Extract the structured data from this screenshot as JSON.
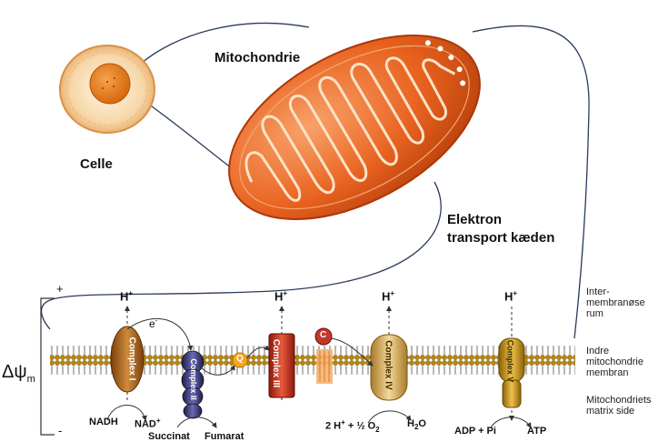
{
  "top": {
    "cell_label": "Celle",
    "mito_label": "Mitochondrie",
    "etc_label_line1": "Elektron",
    "etc_label_line2": "transport kæden"
  },
  "membrane": {
    "side_labels": {
      "intermembrane_line1": "Inter-",
      "intermembrane_line2": "membranøse",
      "intermembrane_line3": "rum",
      "inner_line1": "Indre",
      "inner_line2": "mitochondrie",
      "inner_line3": "membran",
      "matrix_line1": "Mitochondriets",
      "matrix_line2": "matrix side"
    },
    "potential": {
      "symbol": "Δψ",
      "subscript": "m",
      "plus": "+",
      "minus": "-"
    },
    "electron": "e",
    "electron_sup": "-",
    "complexes": [
      {
        "name": "complex-1",
        "label": "Complex I",
        "color": "#b5651d"
      },
      {
        "name": "complex-2",
        "label": "Complex II",
        "color": "#3b3b7a"
      },
      {
        "name": "complex-3",
        "label": "Complex III",
        "color": "#c0392b"
      },
      {
        "name": "complex-4",
        "label": "Complex IV",
        "color": "#d9a94a"
      },
      {
        "name": "complex-5",
        "label": "Complex V",
        "color": "#c8960c"
      }
    ],
    "q_label": "Q",
    "c_label": "C",
    "proton": "H",
    "proton_sup": "+",
    "substrates": {
      "nadh": "NADH",
      "nad": "NAD",
      "nad_sup": "+",
      "succinat": "Succinat",
      "fumarat": "Fumarat",
      "h2o_reactant": "2 H",
      "h2o_reactant_sup": "+",
      "h2o_reactant_rest": " + ½ O",
      "o2_sub": "2",
      "h2o": "H",
      "h2o_sub": "2",
      "h2o_rest": "O",
      "adp": "ADP + Pi",
      "atp": "ATP"
    }
  }
}
